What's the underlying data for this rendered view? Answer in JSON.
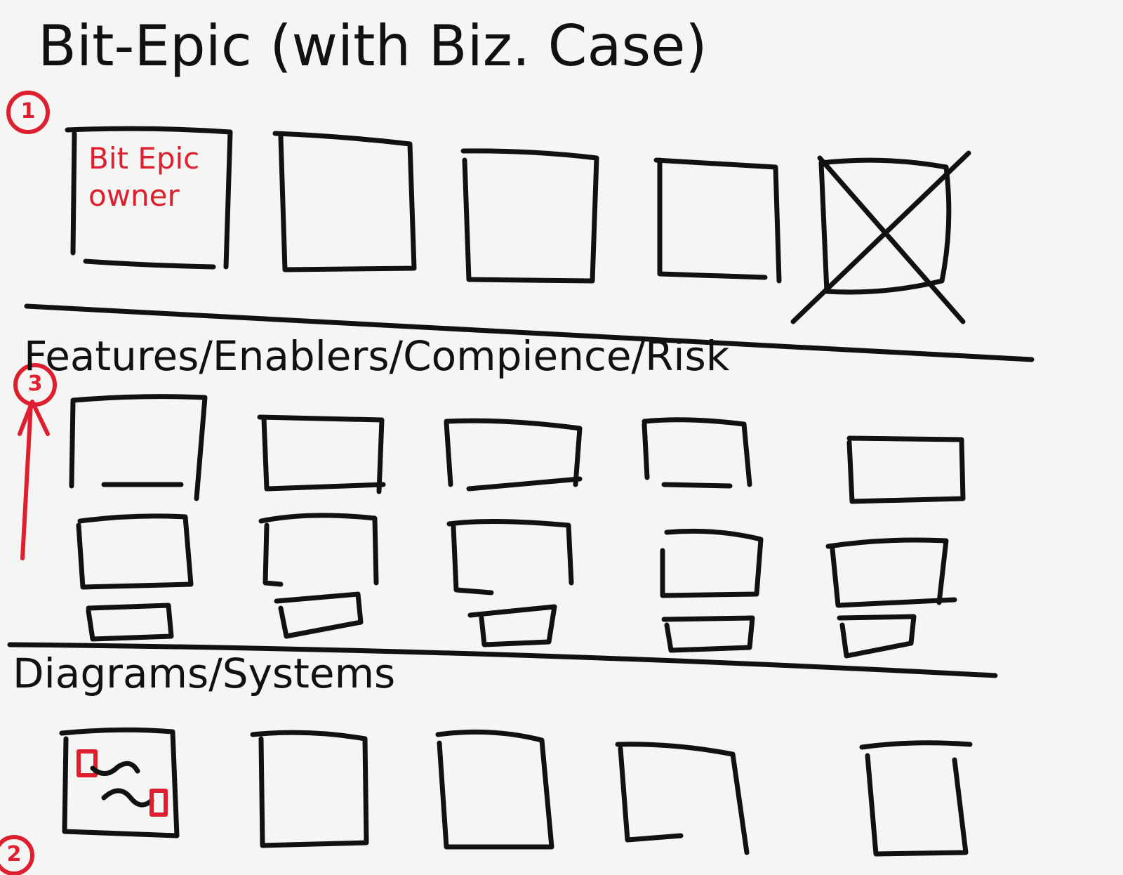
{
  "title": "Bit-Epic (with Biz. Case)",
  "owner_card_label": "Bit Epic owner",
  "section_features": "Features/Enablers/Compience/Risk",
  "section_diagrams": "Diagrams/Systems",
  "markers": {
    "top": "1",
    "middle": "3",
    "bottom": "2"
  },
  "colors": {
    "ink": "#111111",
    "annotation": "#dd1f30",
    "paper": "#f5f5f3"
  }
}
